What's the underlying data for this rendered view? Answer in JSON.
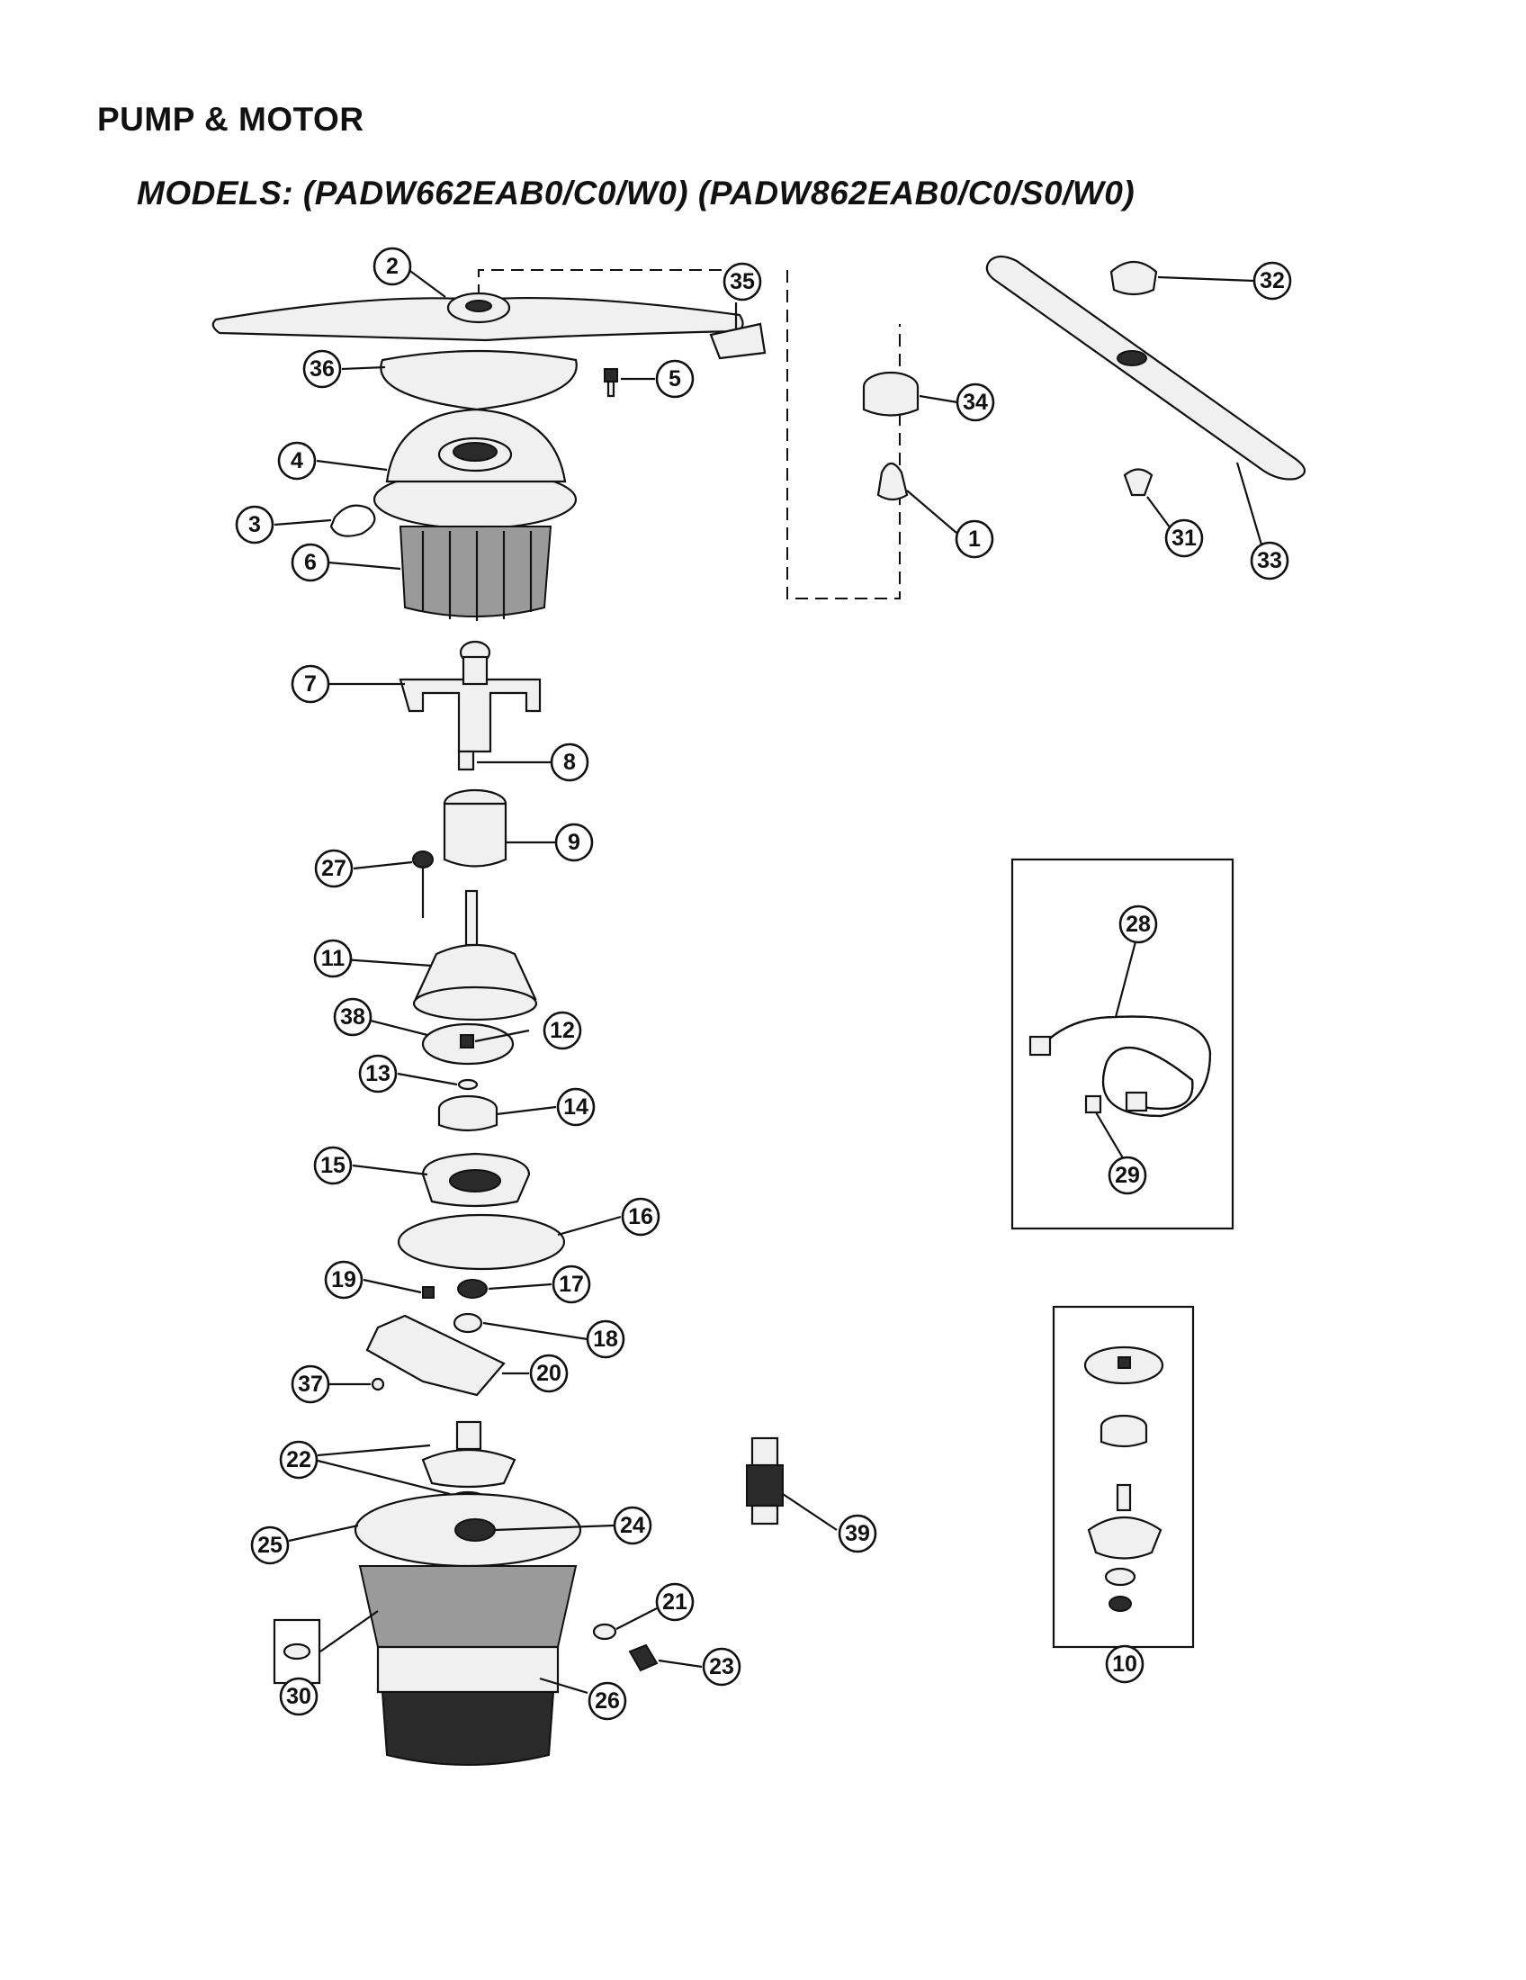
{
  "header": {
    "title": "PUMP & MOTOR",
    "models": "MODELS: (PADW662EAB0/C0/W0) (PADW862EAB0/C0/S0/W0)"
  },
  "callouts": [
    "1",
    "2",
    "3",
    "4",
    "5",
    "6",
    "7",
    "8",
    "9",
    "10",
    "11",
    "12",
    "13",
    "14",
    "15",
    "16",
    "17",
    "18",
    "19",
    "20",
    "21",
    "22",
    "23",
    "24",
    "25",
    "26",
    "27",
    "28",
    "29",
    "30",
    "31",
    "32",
    "33",
    "34",
    "35",
    "36",
    "37",
    "38",
    "39"
  ]
}
